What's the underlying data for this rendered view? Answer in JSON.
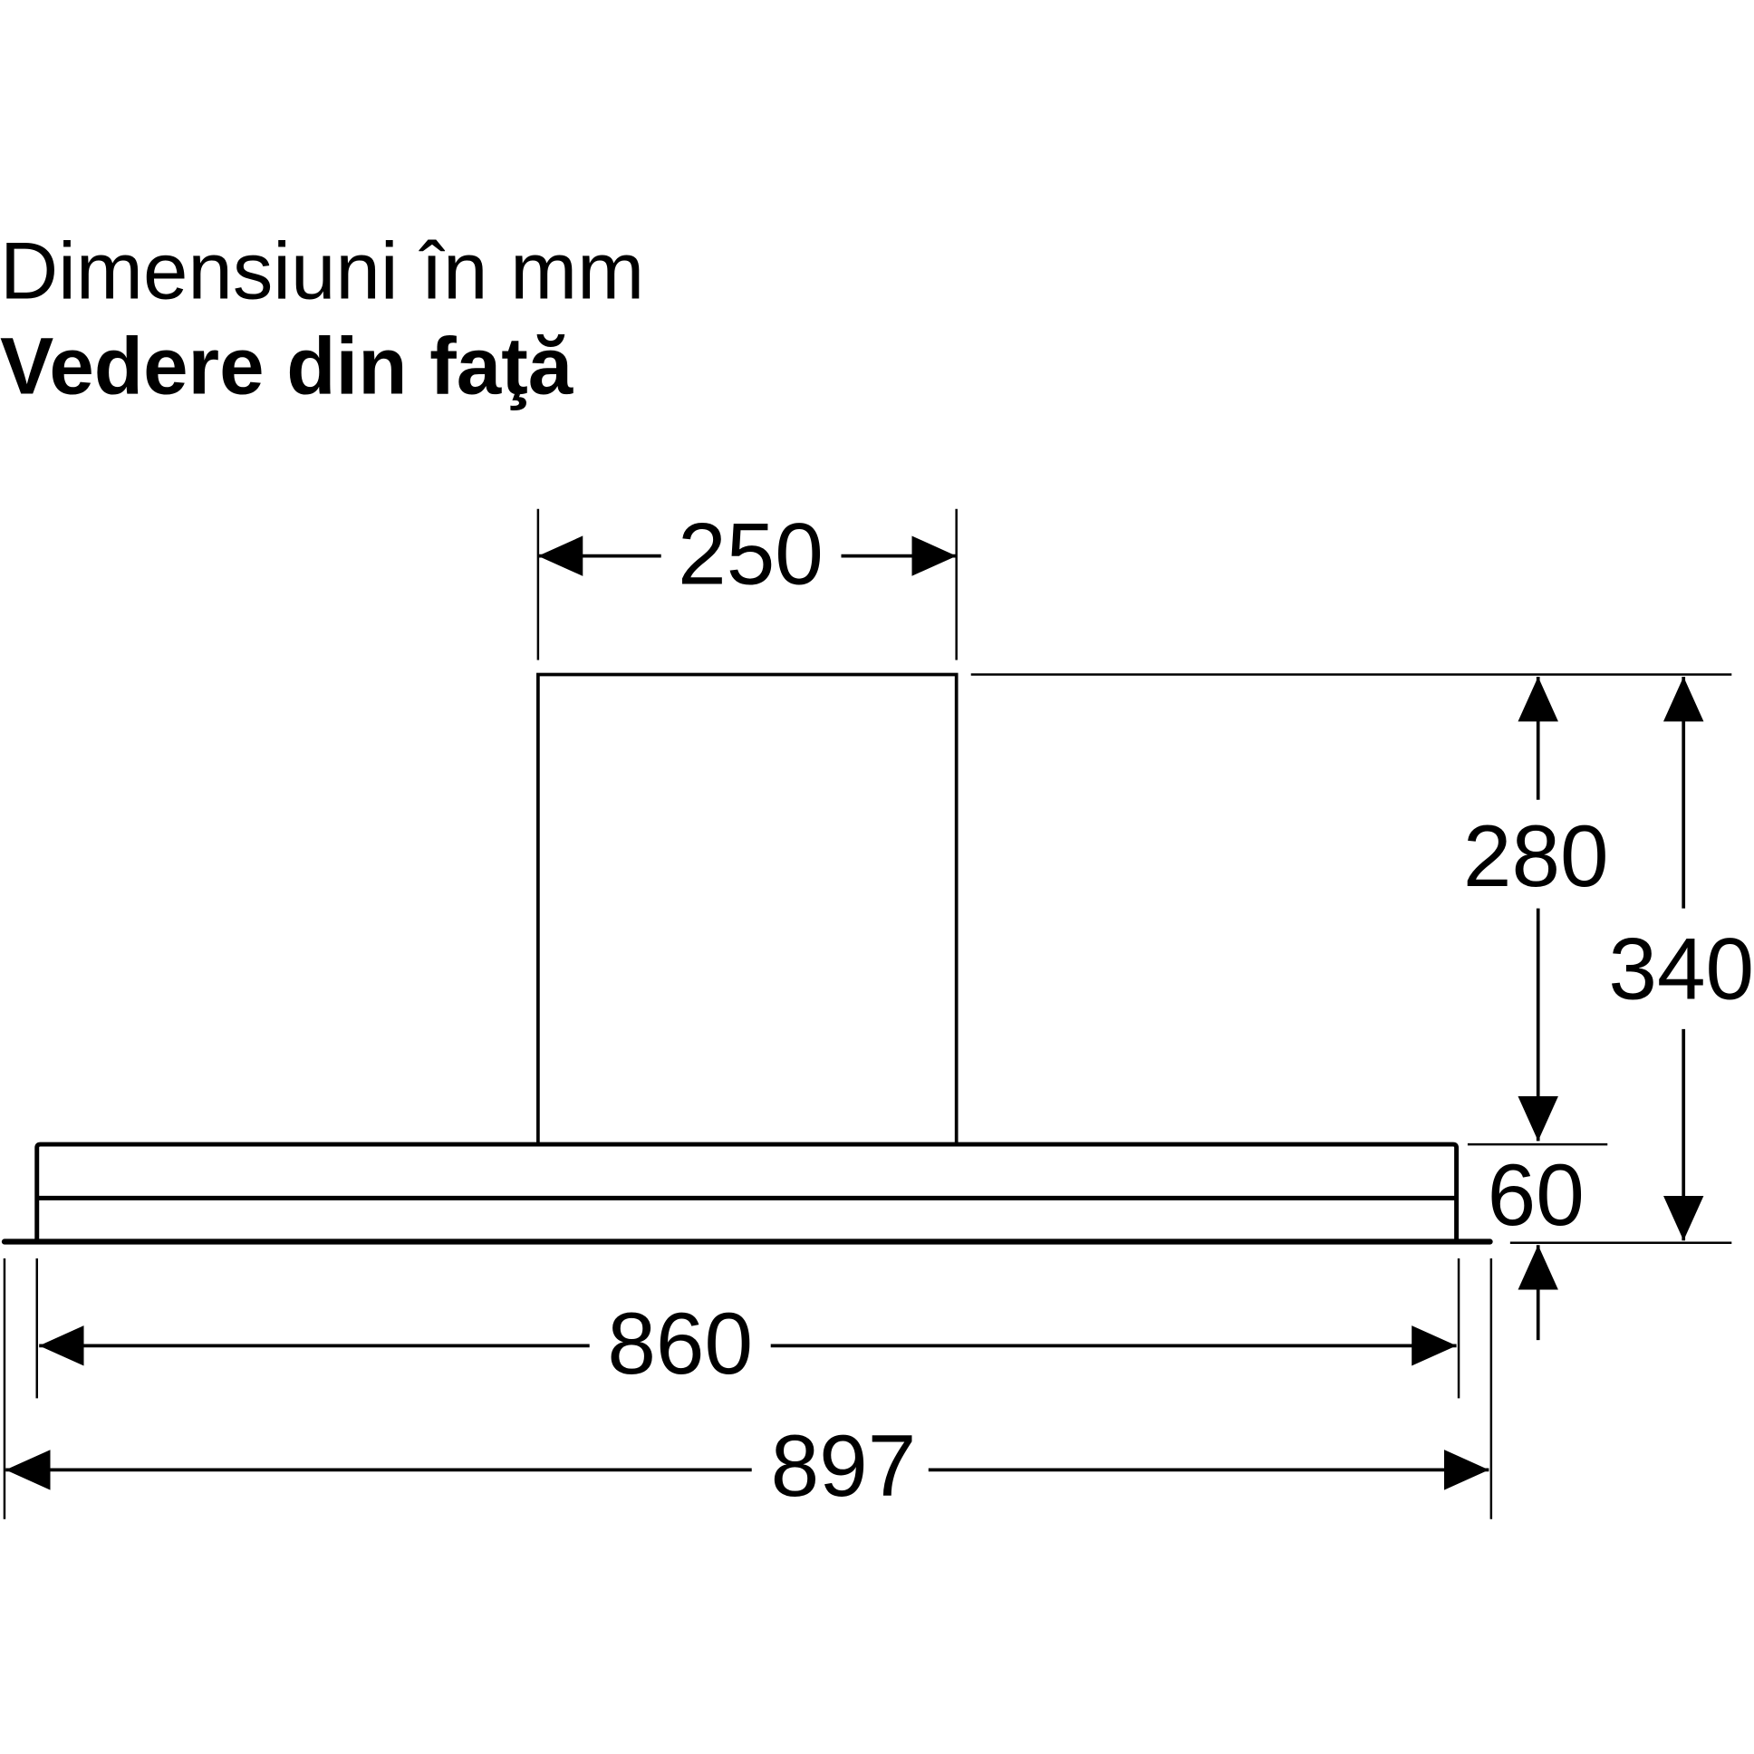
{
  "title": "Dimensiuni în mm",
  "subtitle": "Vedere din faţă",
  "dimensions": {
    "chimney_width": "250",
    "chimney_height": "280",
    "total_height": "340",
    "body_height": "60",
    "inner_width": "860",
    "total_width": "897"
  }
}
